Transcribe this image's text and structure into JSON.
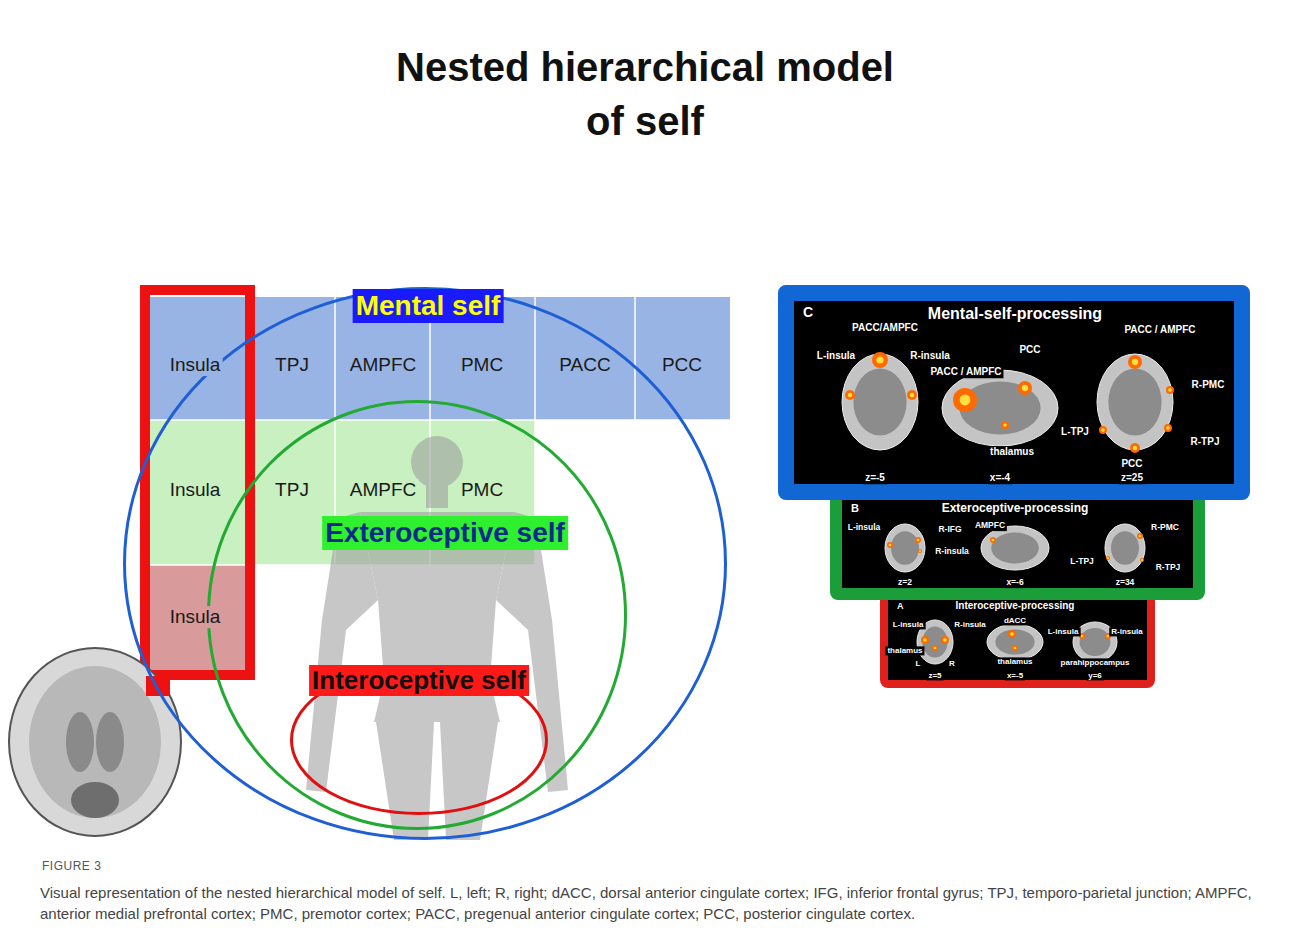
{
  "diagram": {
    "title": "Nested hierarchical model of self",
    "caption": "Visual representation of the nested hierarchical model of self. L, left; R, right; dACC, dorsal anterior cingulate cortex; IFG, inferior frontal gyrus; TPJ, temporo-parietal junction; AMPFC, anterior medial prefrontal cortex; PMC, premotor cortex; PACC, pregenual anterior cingulate cortex; PCC, posterior cingulate cortex.",
    "nodes": [
      {
        "text": [
          "Mental self"
        ]
      },
      {
        "text": [
          "Exteroceptive self"
        ],
        "in": 0
      },
      {
        "text": [
          "Interoceptive self"
        ],
        "in": 1
      },
      {
        "text": [
          "C",
          "Mental-self-processing"
        ]
      },
      {
        "text": [
          "B",
          "Exteroceptive-processing"
        ]
      },
      {
        "text": [
          "A",
          "Interoceptive-processing"
        ]
      }
    ],
    "labels": [
      "Insula",
      "TPJ",
      "AMPFC",
      "PMC",
      "PACC",
      "PCC",
      "Insula",
      "TPJ",
      "AMPFC",
      "PMC",
      "Insula",
      "PACC/AMPFC",
      "L-insula",
      "R-insula",
      "PACC / AMPFC",
      "PCC",
      "thalamus",
      "PACC / AMPFC",
      "R-PMC",
      "L-TPJ",
      "PCC",
      "R-TPJ",
      "z=-5",
      "x=-4",
      "z=25",
      "L-insula",
      "R-IFG",
      "R-insula",
      "AMPFC",
      "R-PMC",
      "L-TPJ",
      "R-TPJ",
      "z=2",
      "x=-6",
      "z=34",
      "L-insula",
      "R-insula",
      "thalamus",
      "L",
      "R",
      "dACC",
      "thalamus",
      "L-insula",
      "R-insula",
      "parahippocampus",
      "z=5",
      "x=-5",
      "y=6",
      "FIGURE 3"
    ]
  }
}
